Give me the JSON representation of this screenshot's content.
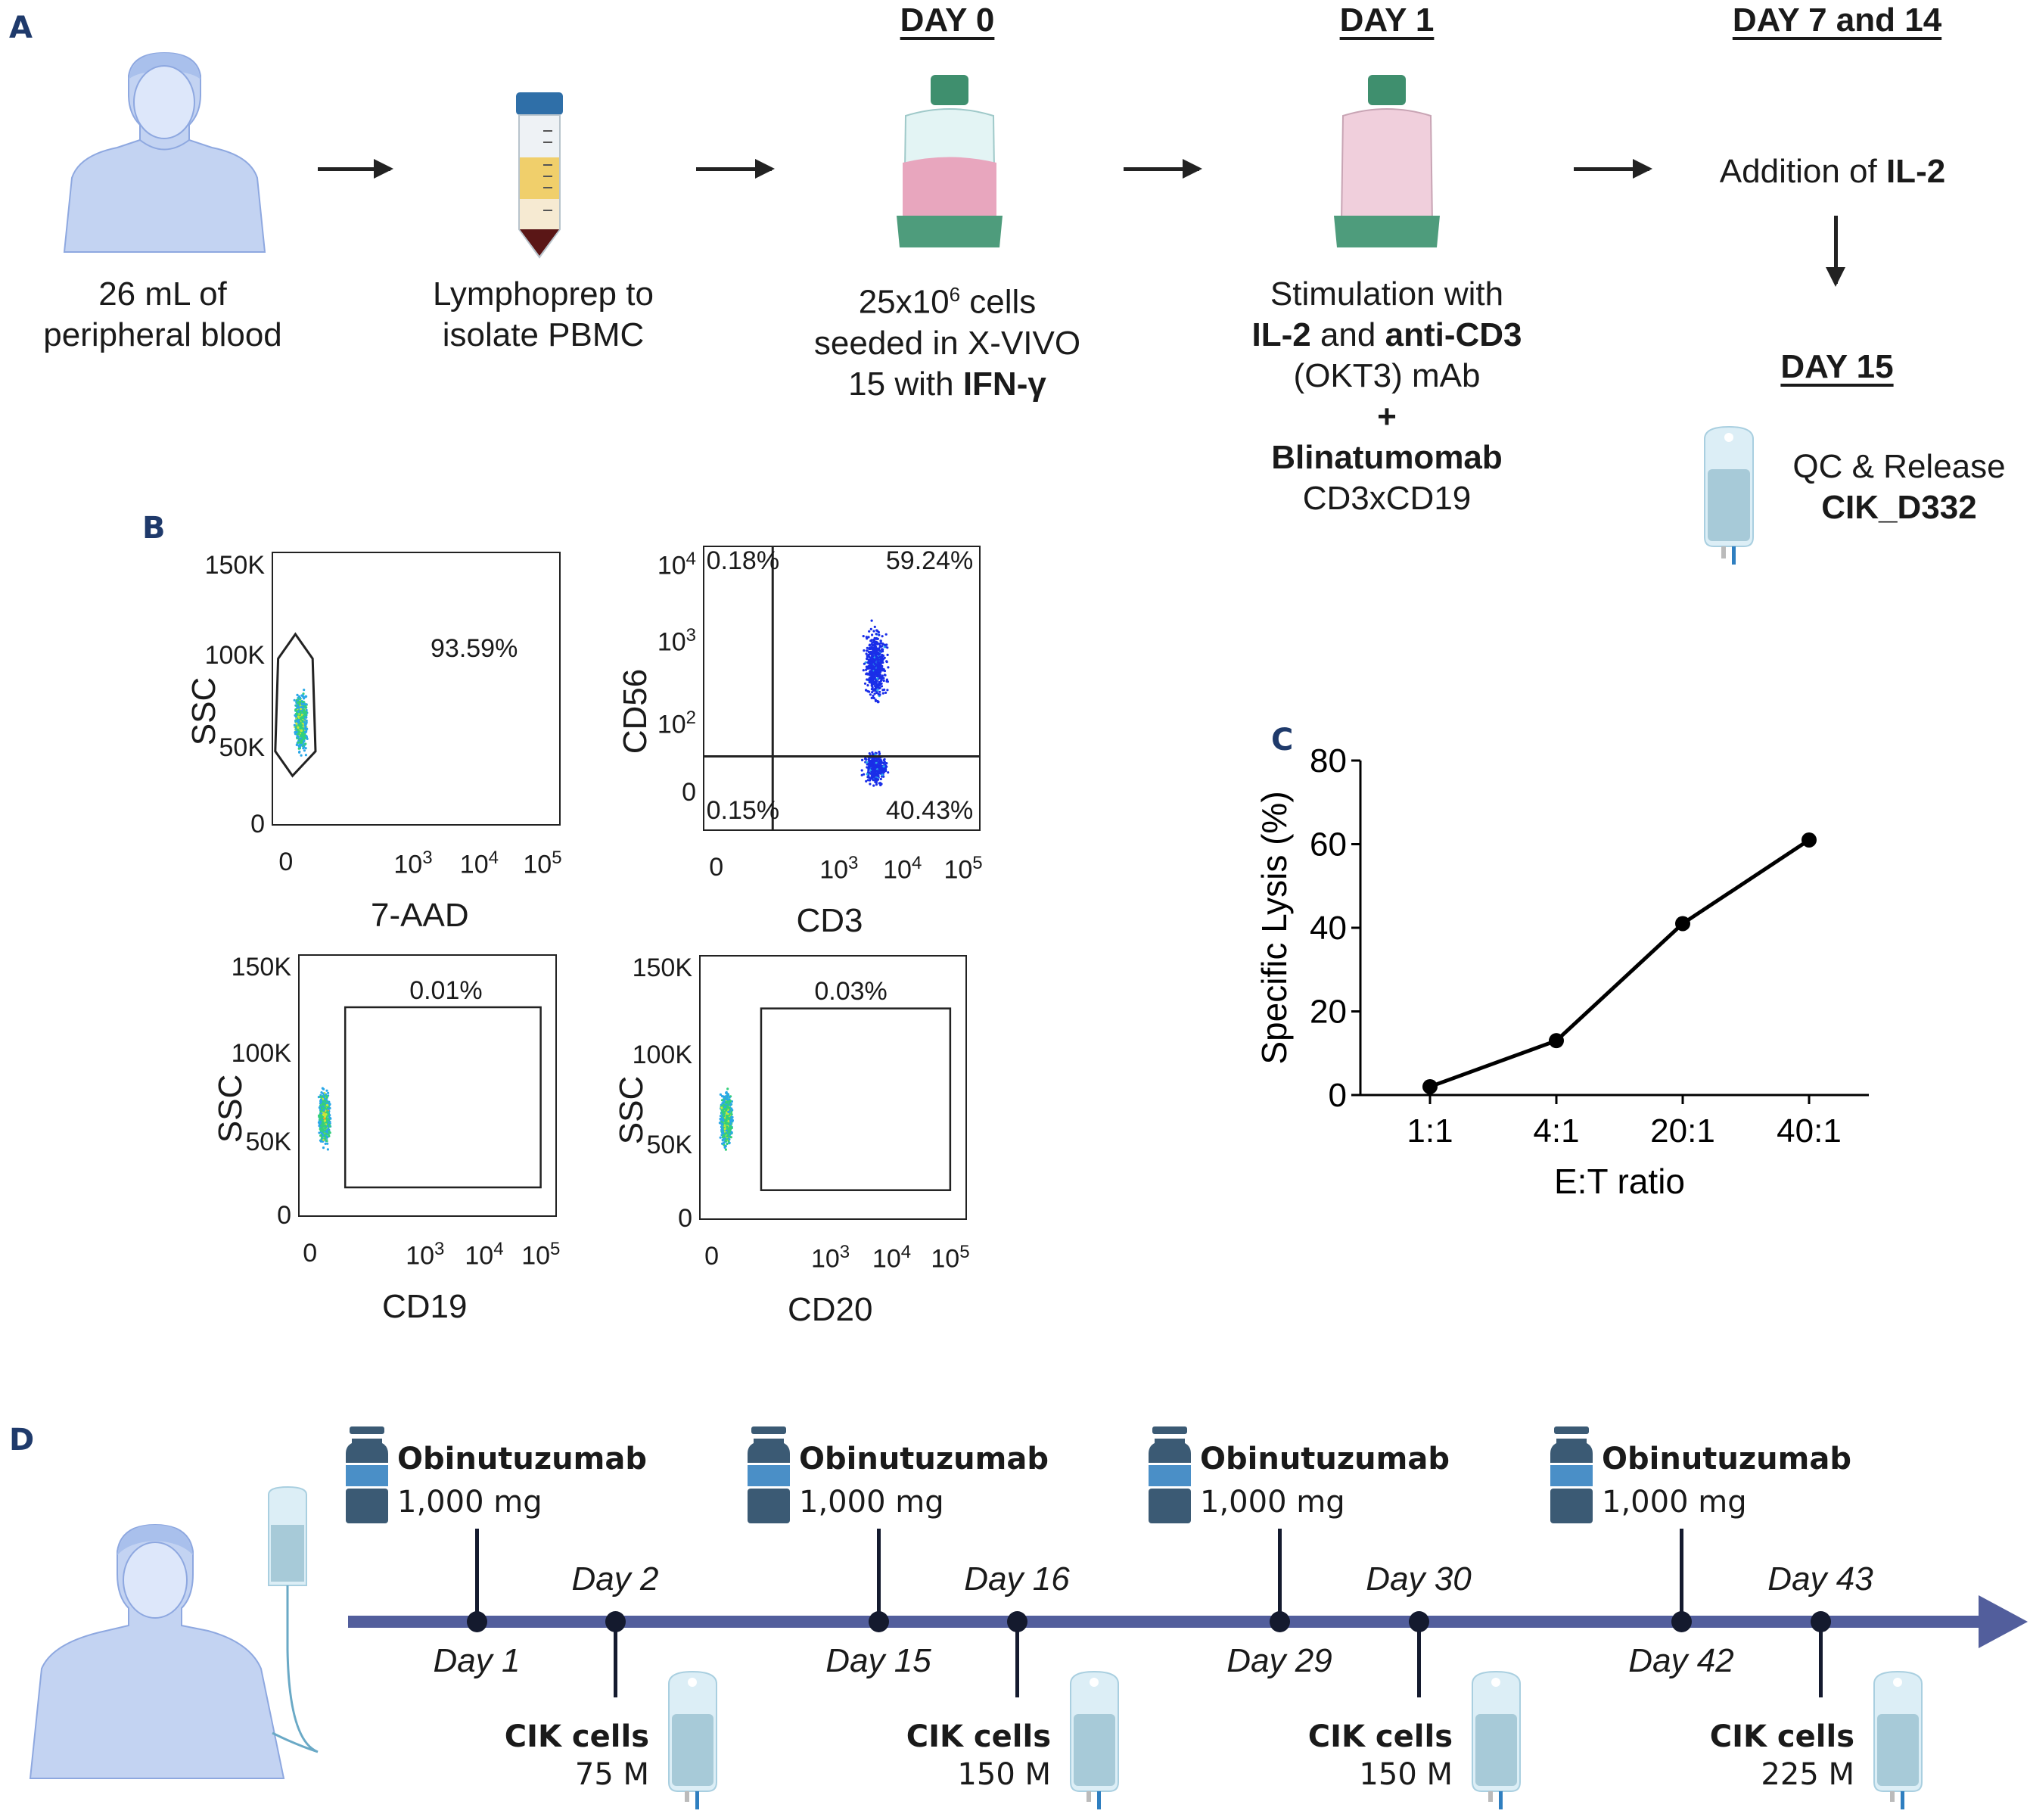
{
  "panels": {
    "a": "A",
    "b": "B",
    "c": "C",
    "d": "D"
  },
  "panel_a": {
    "steps": [
      {
        "day": "",
        "lines": [
          "26 mL of",
          "peripheral blood"
        ],
        "icon": "patient-icon"
      },
      {
        "day": "",
        "lines": [
          "Lymphoprep to",
          "isolate PBMC"
        ],
        "icon": "centrifuge-tube-icon"
      },
      {
        "day": "DAY 0",
        "line1_pre": "25x10",
        "line1_sup": "6",
        "line1_post": " cells",
        "line2": "seeded in X-VIVO",
        "line3_pre": "15 with ",
        "line3_bold": "IFN-γ",
        "icon": "culture-flask-icon"
      },
      {
        "day": "DAY 1",
        "line1": "Stimulation with",
        "line2_b1": "IL-2",
        "line2_mid": " and ",
        "line2_b2": "anti-CD3",
        "line3": "(OKT3) mAb",
        "line4": "+",
        "line5": "Blinatumomab",
        "line6": "CD3xCD19",
        "icon": "culture-flask-pink-icon"
      },
      {
        "day": "DAY 7 and 14",
        "line1_pre": "Addition of ",
        "line1_bold": "IL-2"
      },
      {
        "day": "DAY 15",
        "line1": "QC & Release",
        "line2": "CIK_D332",
        "icon": "infusion-bag-icon"
      }
    ]
  },
  "panel_b": {
    "plots": [
      {
        "xlabel": "7-AAD",
        "ylabel": "SSC",
        "yticks": [
          "150K",
          "100K",
          "50K",
          "0"
        ],
        "xticks": [
          "0",
          "10",
          "10",
          "10"
        ],
        "xexp": [
          "",
          "3",
          "4",
          "5"
        ],
        "gates": [
          "93.59%"
        ]
      },
      {
        "xlabel": "CD3",
        "ylabel": "CD56",
        "yticks": [
          "10",
          "10",
          "10",
          "0"
        ],
        "yexp": [
          "4",
          "3",
          "2",
          ""
        ],
        "xticks": [
          "0",
          "10",
          "10",
          "10"
        ],
        "xexp": [
          "",
          "3",
          "4",
          "5"
        ],
        "gates": [
          "0.18%",
          "59.24%",
          "0.15%",
          "40.43%"
        ]
      },
      {
        "xlabel": "CD19",
        "ylabel": "SSC",
        "yticks": [
          "150K",
          "100K",
          "50K",
          "0"
        ],
        "xticks": [
          "0",
          "10",
          "10",
          "10"
        ],
        "xexp": [
          "",
          "3",
          "4",
          "5"
        ],
        "gates": [
          "0.01%"
        ]
      },
      {
        "xlabel": "CD20",
        "ylabel": "SSC",
        "yticks": [
          "150K",
          "100K",
          "50K",
          "0"
        ],
        "xticks": [
          "0",
          "10",
          "10",
          "10"
        ],
        "xexp": [
          "",
          "3",
          "4",
          "5"
        ],
        "gates": [
          "0.03%"
        ]
      }
    ]
  },
  "chart_data": {
    "type": "line",
    "title": "",
    "categories": [
      "1:1",
      "4:1",
      "20:1",
      "40:1"
    ],
    "values": [
      2,
      13,
      41,
      61
    ],
    "xlabel": "E:T ratio",
    "ylabel": "Specific Lysis (%)",
    "ylim": [
      0,
      80
    ],
    "yticks": [
      0,
      20,
      40,
      60,
      80
    ],
    "grid": false,
    "legend": "none"
  },
  "panel_d": {
    "colors": {
      "timeline": "#525e9c",
      "node": "#141a2e",
      "bottle_dark": "#3b5a74",
      "bottle_light": "#4a8fc7"
    },
    "drug_events": [
      {
        "day": "Day 1",
        "drug": "Obinutuzumab",
        "dose": "1,000 mg"
      },
      {
        "day": "Day 15",
        "drug": "Obinutuzumab",
        "dose": "1,000 mg"
      },
      {
        "day": "Day 29",
        "drug": "Obinutuzumab",
        "dose": "1,000 mg"
      },
      {
        "day": "Day 42",
        "drug": "Obinutuzumab",
        "dose": "1,000 mg"
      }
    ],
    "cik_events": [
      {
        "day": "Day 2",
        "label": "CIK cells",
        "dose": "75 M"
      },
      {
        "day": "Day 16",
        "label": "CIK cells",
        "dose": "150 M"
      },
      {
        "day": "Day 30",
        "label": "CIK cells",
        "dose": "150 M"
      },
      {
        "day": "Day 43",
        "label": "CIK cells",
        "dose": "225 M"
      }
    ]
  }
}
